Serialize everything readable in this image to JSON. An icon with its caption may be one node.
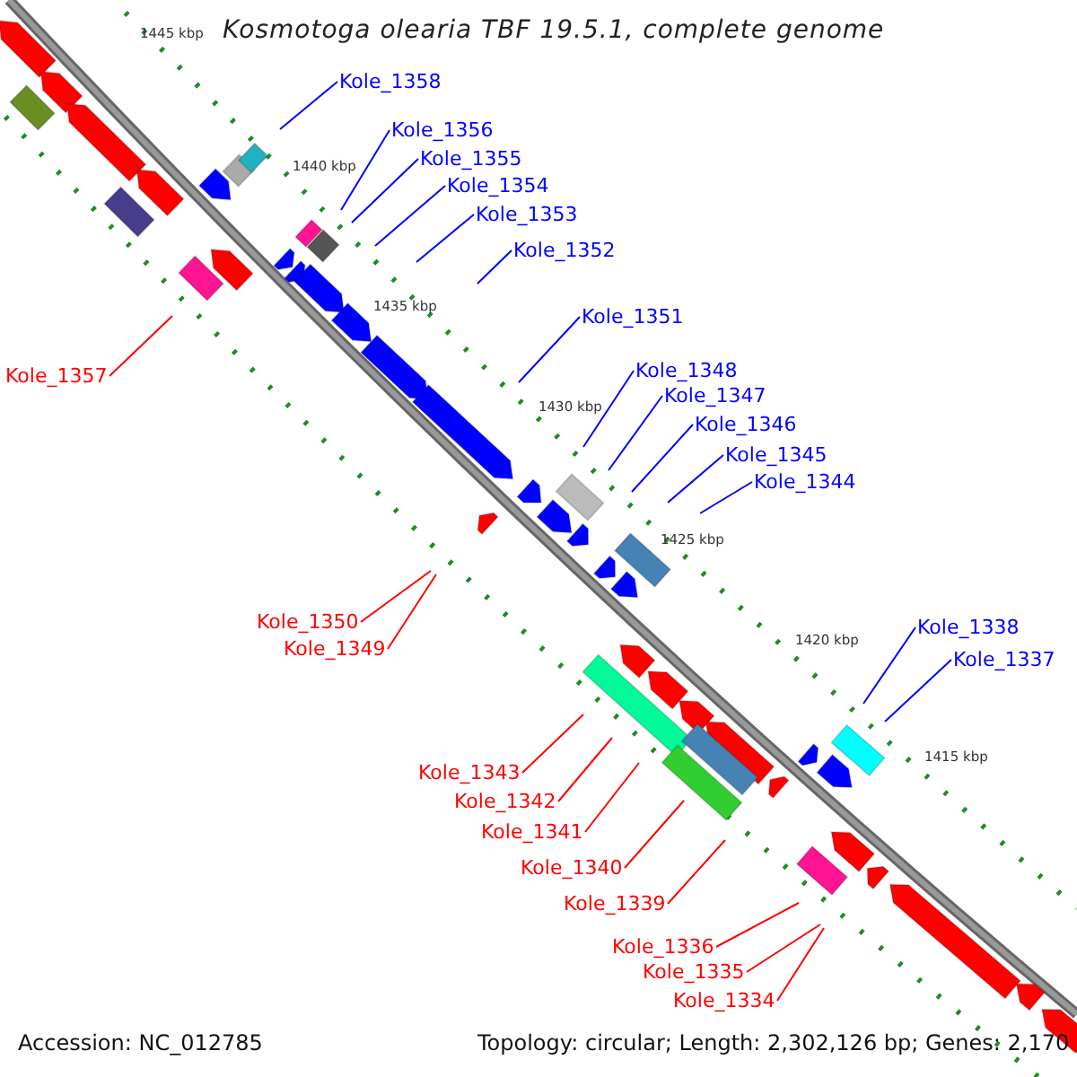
{
  "diagram": {
    "title": "Kosmotoga olearia TBF 19.5.1, complete genome",
    "nodes": [
      {
        "text": [
          "Kole_1358"
        ]
      },
      {
        "text": [
          "Kole_1356"
        ]
      },
      {
        "text": [
          "Kole_1355"
        ]
      },
      {
        "text": [
          "Kole_1354"
        ]
      },
      {
        "text": [
          "Kole_1353"
        ]
      },
      {
        "text": [
          "Kole_1352"
        ]
      },
      {
        "text": [
          "Kole_1351"
        ]
      },
      {
        "text": [
          "Kole_1348"
        ]
      },
      {
        "text": [
          "Kole_1357"
        ]
      },
      {
        "text": [
          "Kole_1347"
        ]
      },
      {
        "text": [
          "Kole_1346"
        ]
      },
      {
        "text": [
          "Kole_1345"
        ]
      },
      {
        "text": [
          "Kole_1344"
        ]
      },
      {
        "text": [
          "Kole_1350"
        ]
      },
      {
        "text": [
          "Kole_1349"
        ]
      },
      {
        "text": [
          "Kole_1338"
        ]
      },
      {
        "text": [
          "Kole_1337"
        ]
      },
      {
        "text": [
          "Kole_1343"
        ]
      },
      {
        "text": [
          "Kole_1342"
        ]
      },
      {
        "text": [
          "Kole_1341"
        ]
      },
      {
        "text": [
          "Kole_1340"
        ]
      },
      {
        "text": [
          "Kole_1339"
        ]
      },
      {
        "text": [
          "Kole_1336"
        ]
      },
      {
        "text": [
          "Kole_1335"
        ]
      },
      {
        "text": [
          "Kole_1334"
        ]
      }
    ],
    "edges": [
      {
        "from": 0,
        "to": null,
        "arrow": "none"
      },
      {
        "from": 1,
        "to": null,
        "arrow": "none"
      },
      {
        "from": 2,
        "to": null,
        "arrow": "none"
      },
      {
        "from": 3,
        "to": null,
        "arrow": "none"
      },
      {
        "from": 4,
        "to": null,
        "arrow": "none"
      },
      {
        "from": 5,
        "to": null,
        "arrow": "none"
      },
      {
        "from": 6,
        "to": null,
        "arrow": "none"
      },
      {
        "from": 7,
        "to": null,
        "arrow": "none"
      },
      {
        "from": 8,
        "to": null,
        "arrow": "none",
        "color": "#ff0000"
      },
      {
        "from": 9,
        "to": null,
        "arrow": "none"
      },
      {
        "from": 10,
        "to": null,
        "arrow": "none"
      },
      {
        "from": 11,
        "to": null,
        "arrow": "none"
      },
      {
        "from": 12,
        "to": null,
        "arrow": "none"
      },
      {
        "from": 13,
        "to": null,
        "arrow": "none",
        "color": "#ff0000"
      },
      {
        "from": 14,
        "to": null,
        "arrow": "none",
        "color": "#ff0000"
      },
      {
        "from": 15,
        "to": null,
        "arrow": "none"
      },
      {
        "from": 16,
        "to": null,
        "arrow": "none"
      },
      {
        "from": 17,
        "to": null,
        "arrow": "none",
        "color": "#ff0000"
      },
      {
        "from": 18,
        "to": null,
        "arrow": "none",
        "color": "#ff0000"
      },
      {
        "from": 19,
        "to": null,
        "arrow": "none",
        "color": "#ff0000"
      },
      {
        "from": 20,
        "to": null,
        "arrow": "none",
        "color": "#ff0000"
      },
      {
        "from": 21,
        "to": null,
        "arrow": "none",
        "color": "#ff0000"
      },
      {
        "from": 22,
        "to": null,
        "arrow": "none",
        "color": "#ff0000"
      },
      {
        "from": 23,
        "to": null,
        "arrow": "none",
        "color": "#ff0000"
      },
      {
        "from": 24,
        "to": null,
        "arrow": "none",
        "color": "#ff0000"
      }
    ],
    "labels": [
      "1445 kbp",
      "1440 kbp",
      "1435 kbp",
      "1430 kbp",
      "1425 kbp",
      "1420 kbp",
      "1415 kbp",
      "Accession: NC_012785",
      "Topology: circular; Length: 2,302,126 bp; Genes: 2,170"
    ]
  }
}
